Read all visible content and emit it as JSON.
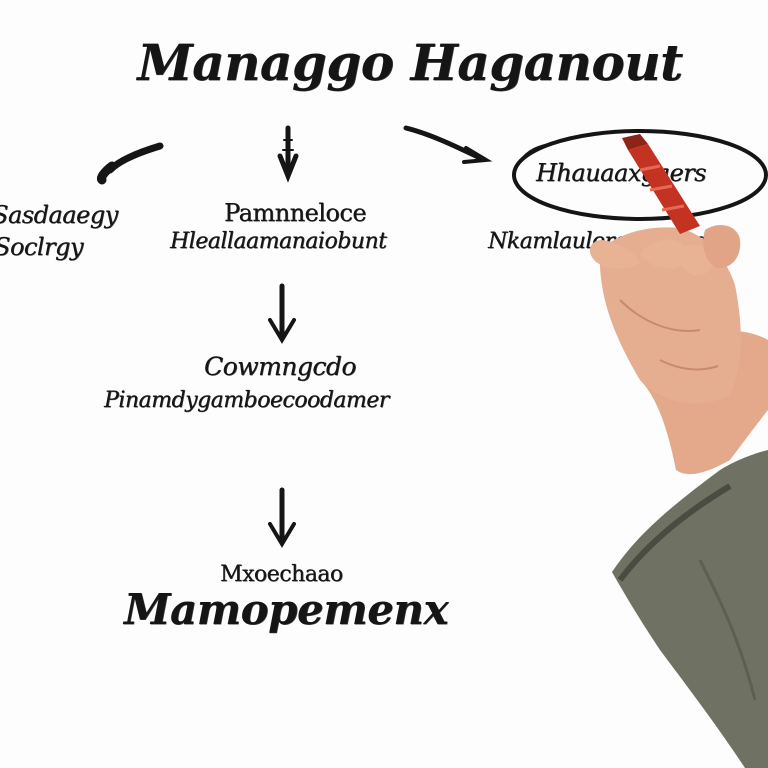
{
  "diagram": {
    "title": "Managgo Haganout",
    "branches": [
      {
        "line1": "Sasdaaegy",
        "line2": "Soclrgy"
      },
      {
        "line1": "Pamnneloce",
        "line2": "Hleallaamanaiobunt"
      },
      {
        "circled": "Hhauaaxgaers",
        "line2": "Nkamlaulercomtuosl"
      }
    ],
    "center": {
      "line1": "Cowmngcdo",
      "line2": "Pinamdygamboecoodamer"
    },
    "bottom": {
      "line1": "Mxoechaao",
      "line2": "Mamopemenx"
    }
  },
  "colors": {
    "ink": "#151515",
    "marker_red": "#c43222",
    "skin": "#e4a98a",
    "sleeve": "#6f7263"
  }
}
